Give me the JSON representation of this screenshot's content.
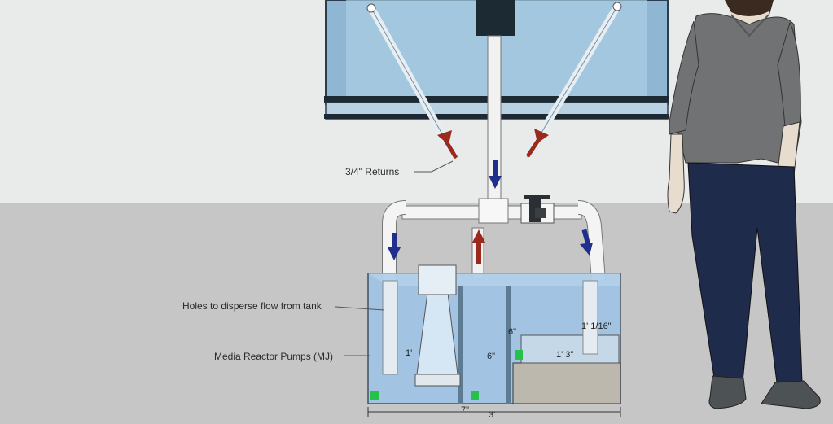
{
  "colors": {
    "sky": "#e9eaea",
    "ground": "#c6c6c6",
    "water": "#9cc3e6",
    "pipe": "#f4f4f4",
    "arrow_down": "#20308a",
    "arrow_up": "#9a2a1c",
    "shirt": "#707274",
    "pants": "#1f2b4a"
  },
  "labels": {
    "returns": "3/4\" Returns",
    "holes": "Holes to disperse flow from tank",
    "pumps": "Media Reactor Pumps (MJ)"
  },
  "dimensions": {
    "one_foot": "1'",
    "six_inch": "6\"",
    "one_foot_three": "1' 3\"",
    "three_foot": "3'",
    "seven_inch": "7\"",
    "height_1": "1' 1/16\"",
    "six_small": "6\""
  }
}
